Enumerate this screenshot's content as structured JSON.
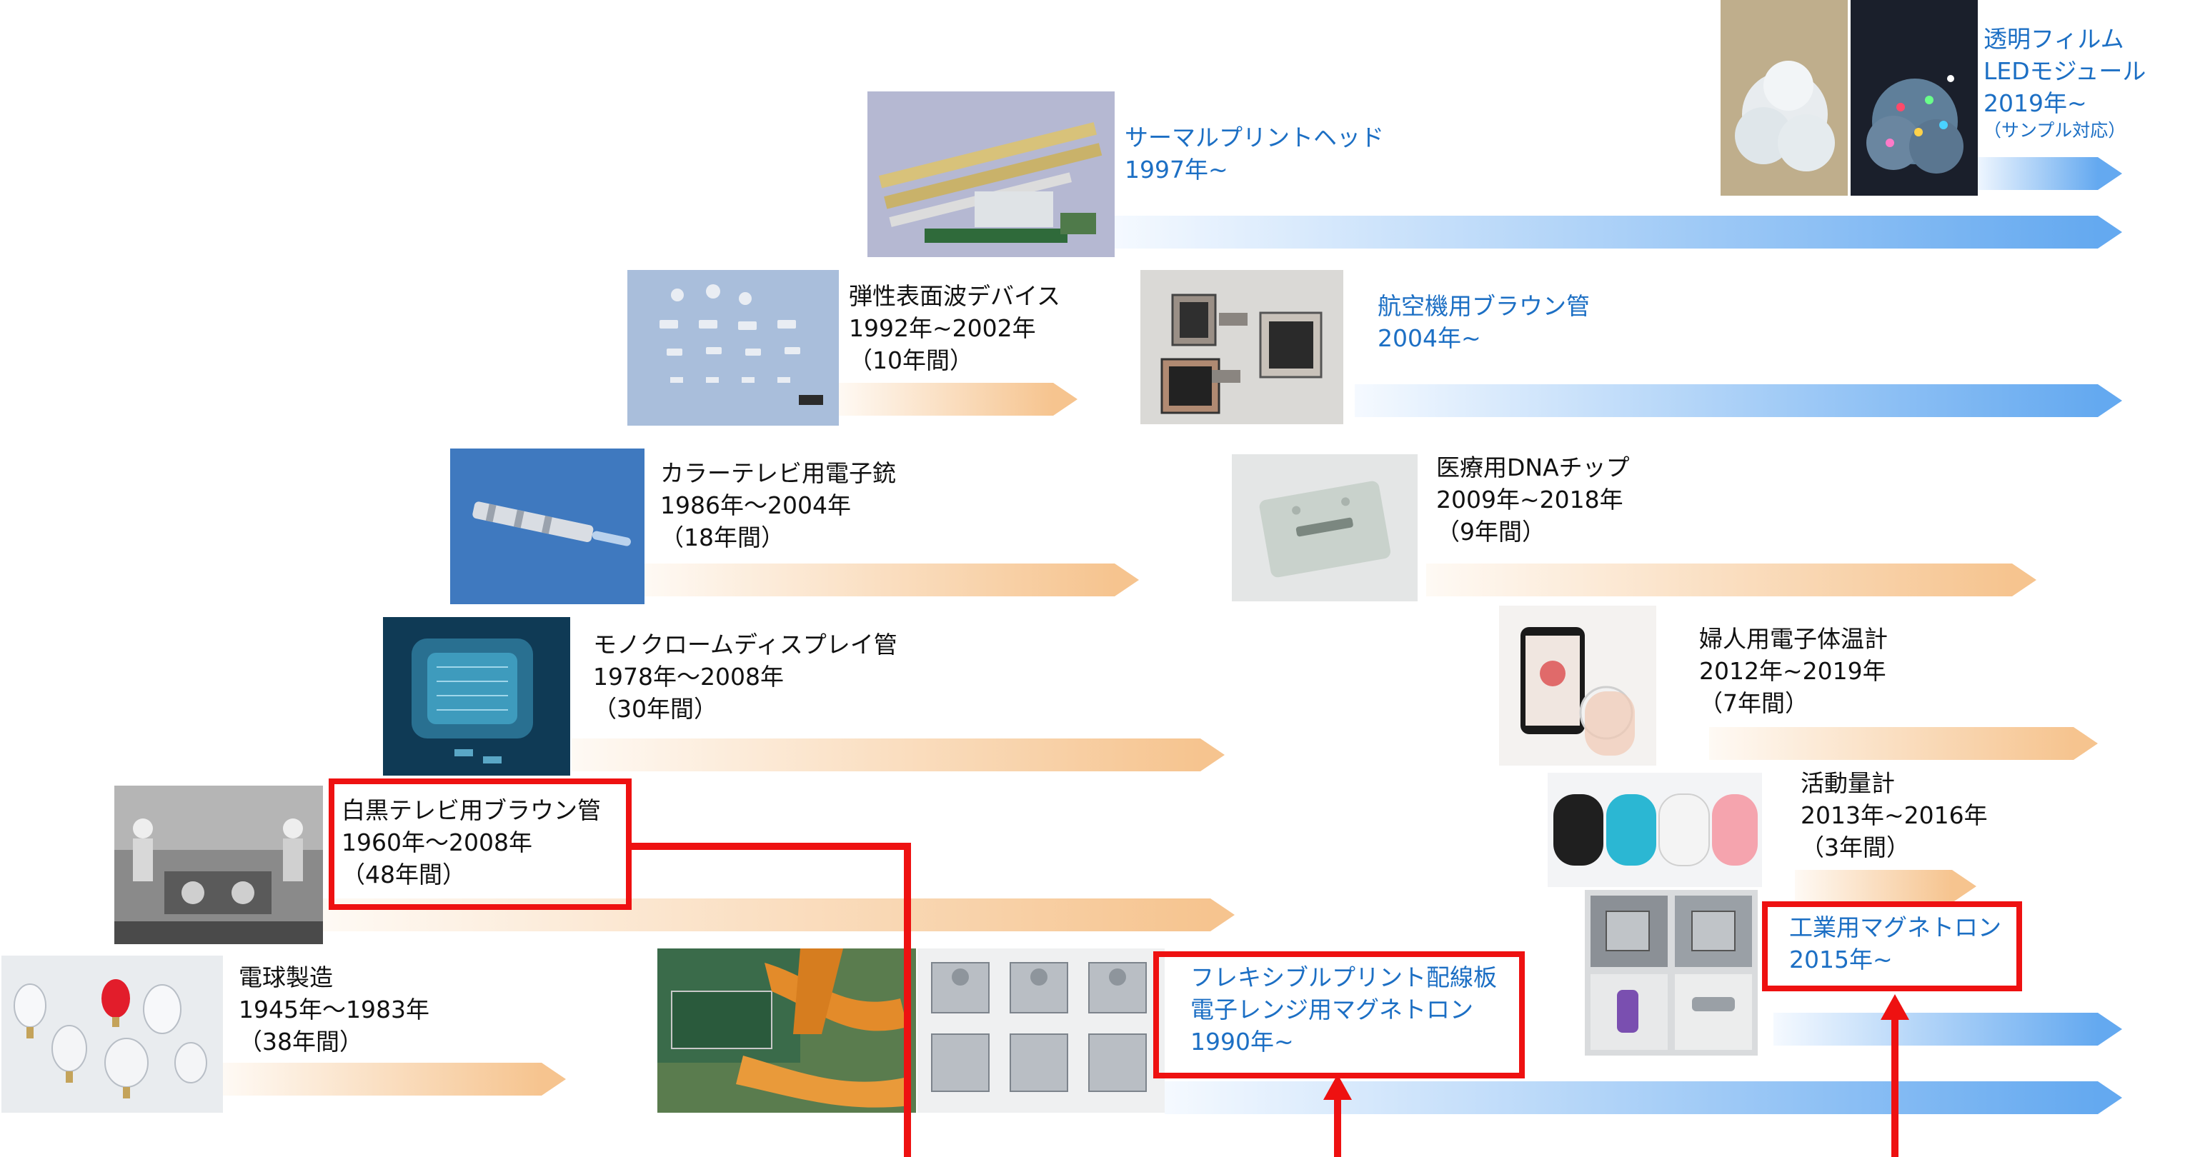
{
  "items": {
    "bulb": {
      "title": "電球製造",
      "period": "1945年～1983年",
      "duration": "（38年間）",
      "image_icon": "light-bulbs-photo"
    },
    "bw_crt": {
      "title": "白黒テレビ用ブラウン管",
      "period": "1960年～2008年",
      "duration": "（48年間）",
      "image_icon": "factory-workers-photo"
    },
    "mono_crt": {
      "title": "モノクロームディスプレイ管",
      "period": "1978年～2008年",
      "duration": "（30年間）",
      "image_icon": "monochrome-tube-photo"
    },
    "color_gun": {
      "title": "カラーテレビ用電子銃",
      "period": "1986年～2004年",
      "duration": "（18年間）",
      "image_icon": "electron-gun-photo"
    },
    "saw": {
      "title": "弾性表面波デバイス",
      "period": "1992年~2002年",
      "duration": "（10年間）",
      "image_icon": "saw-devices-photo"
    },
    "thermal": {
      "title": "サーマルプリントヘッド",
      "period": "1997年~",
      "image_icon": "print-head-photo"
    },
    "led_film": {
      "title": "透明フィルム",
      "title2": "LEDモジュール",
      "period": "2019年~",
      "note": "（サンプル対応）",
      "image_icon": "led-film-photo"
    },
    "aviation": {
      "title": "航空機用ブラウン管",
      "period": "2004年~",
      "image_icon": "aviation-crt-photo"
    },
    "dna": {
      "title": "医療用DNAチップ",
      "period": "2009年~2018年",
      "duration": "（9年間）",
      "image_icon": "dna-chip-photo"
    },
    "thermometer": {
      "title": "婦人用電子体温計",
      "period": "2012年~2019年",
      "duration": "（7年間）",
      "image_icon": "smartphone-thermometer-photo"
    },
    "activity": {
      "title": "活動量計",
      "period": "2013年~2016年",
      "duration": "（3年間）",
      "image_icon": "activity-bands-photo"
    },
    "flex": {
      "title": "フレキシブルプリント配線板",
      "title2": "電子レンジ用マグネトロン",
      "period": "1990年~",
      "image_icon": "flex-board-photo",
      "image_icon2": "magnetron-photo"
    },
    "industrial": {
      "title": "工業用マグネトロン",
      "period": "2015年~",
      "image_icon": "industrial-magnetron-photo"
    }
  },
  "colors": {
    "black_label": "#111111",
    "blue_label": "#1c6fc4",
    "orange_bar": "#f6c48f",
    "blue_bar": "#64a9f0",
    "highlight": "#ee1111"
  }
}
